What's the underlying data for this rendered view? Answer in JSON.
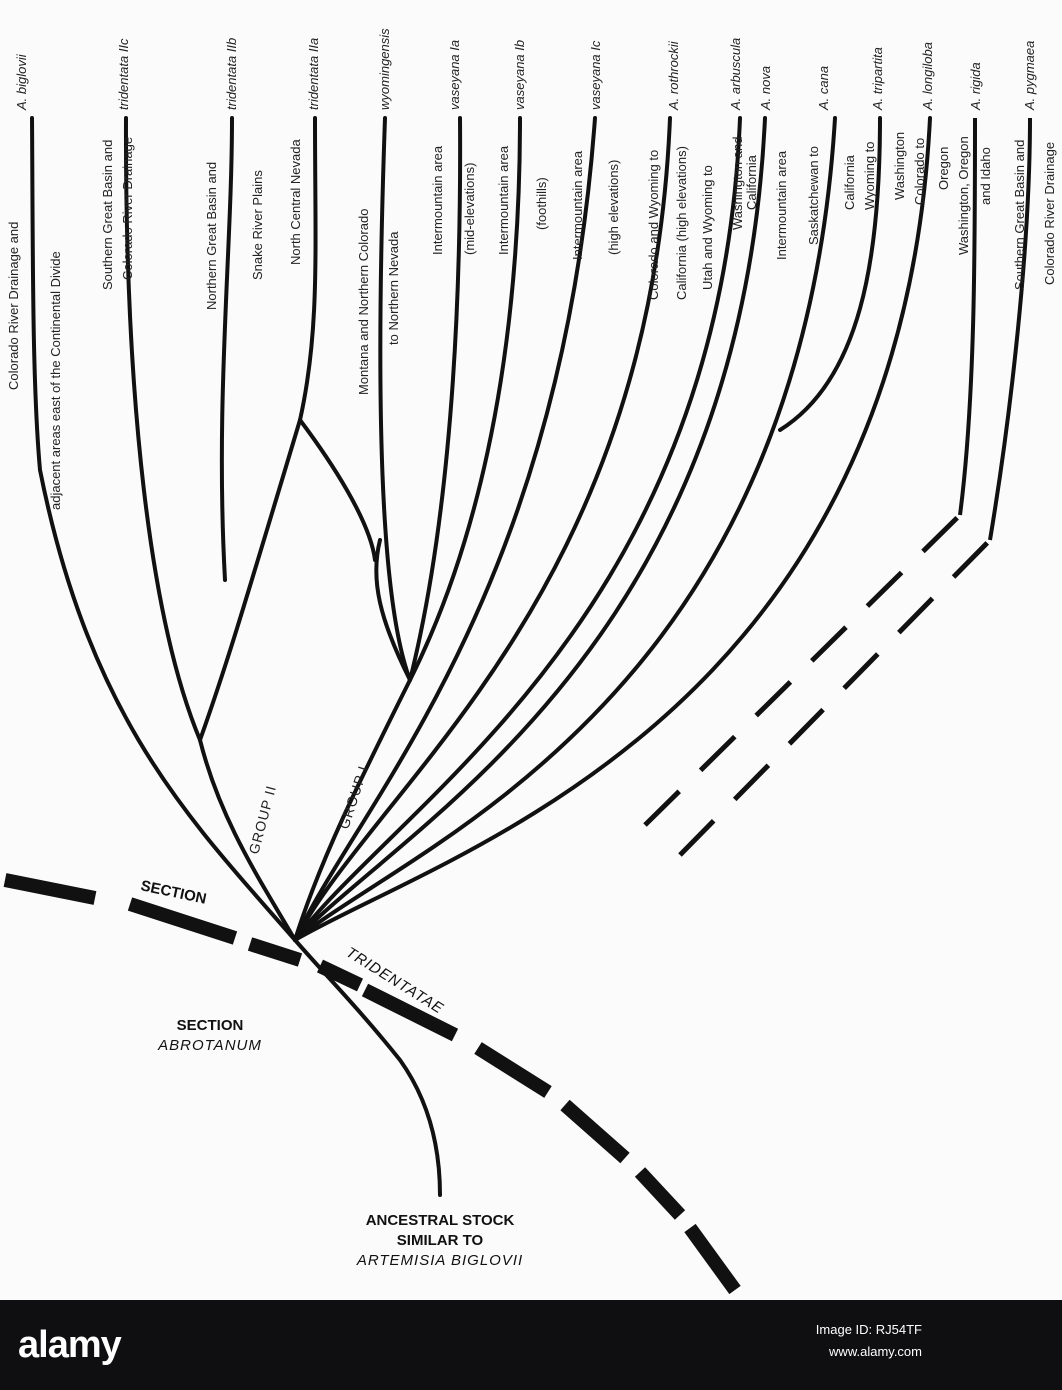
{
  "diagram": {
    "taxa": [
      {
        "name": "A. biglovii",
        "region": [
          "Colorado River Drainage and",
          "adjacent areas east of the Continental Divide"
        ]
      },
      {
        "name": "tridentata IIc",
        "region": [
          "Southern Great Basin and",
          "Colorado River Drainage"
        ]
      },
      {
        "name": "tridentata IIb",
        "region": [
          "Northern Great Basin and",
          "Snake River Plains"
        ]
      },
      {
        "name": "tridentata IIa",
        "region": [
          "North Central Nevada"
        ]
      },
      {
        "name": "wyomingensis",
        "region": [
          "Montana and Northern Colorado",
          "to Northern Nevada"
        ]
      },
      {
        "name": "vaseyana Ia",
        "region": [
          "Intermountain area",
          "(mid-elevations)"
        ]
      },
      {
        "name": "vaseyana Ib",
        "region": [
          "Intermountain area",
          "(foothills)"
        ]
      },
      {
        "name": "vaseyana Ic",
        "region": [
          "Intermountain area",
          "(high elevations)"
        ]
      },
      {
        "name": "A. rothrockii",
        "region": [
          "Colorado and Wyoming to",
          "California (high elevations)"
        ]
      },
      {
        "name": "A. arbuscula",
        "region": [
          "Utah and Wyoming to",
          "Washington and"
        ]
      },
      {
        "name": "A. nova",
        "region": [
          "California",
          "Intermountain area"
        ]
      },
      {
        "name": "A. cana",
        "region": [
          "Saskatchewan to"
        ]
      },
      {
        "name": "A. tripartita",
        "region": [
          "California",
          "Wyoming to",
          "Washington"
        ]
      },
      {
        "name": "A. longiloba",
        "region": [
          "Colorado to",
          "Oregon"
        ]
      },
      {
        "name": "A. rigida",
        "region": [
          "Washington, Oregon",
          "and Idaho"
        ]
      },
      {
        "name": "A. pygmaea",
        "region": [
          "Southern Great Basin and",
          "Colorado River Drainage"
        ]
      }
    ],
    "group_labels": [
      "GROUP II",
      "GROUP I"
    ],
    "section_label_top": "SECTION",
    "section_label_tridentatae": "TRIDENTATAE",
    "section_abrotanum_title": "SECTION",
    "section_abrotanum_name": "ABROTANUM",
    "ancestral": [
      "ANCESTRAL STOCK",
      "SIMILAR TO",
      "ARTEMISIA BIGLOVII"
    ]
  },
  "footer": {
    "logo": "alamy",
    "image_id": "Image ID: RJ54TF",
    "url": "www.alamy.com"
  }
}
